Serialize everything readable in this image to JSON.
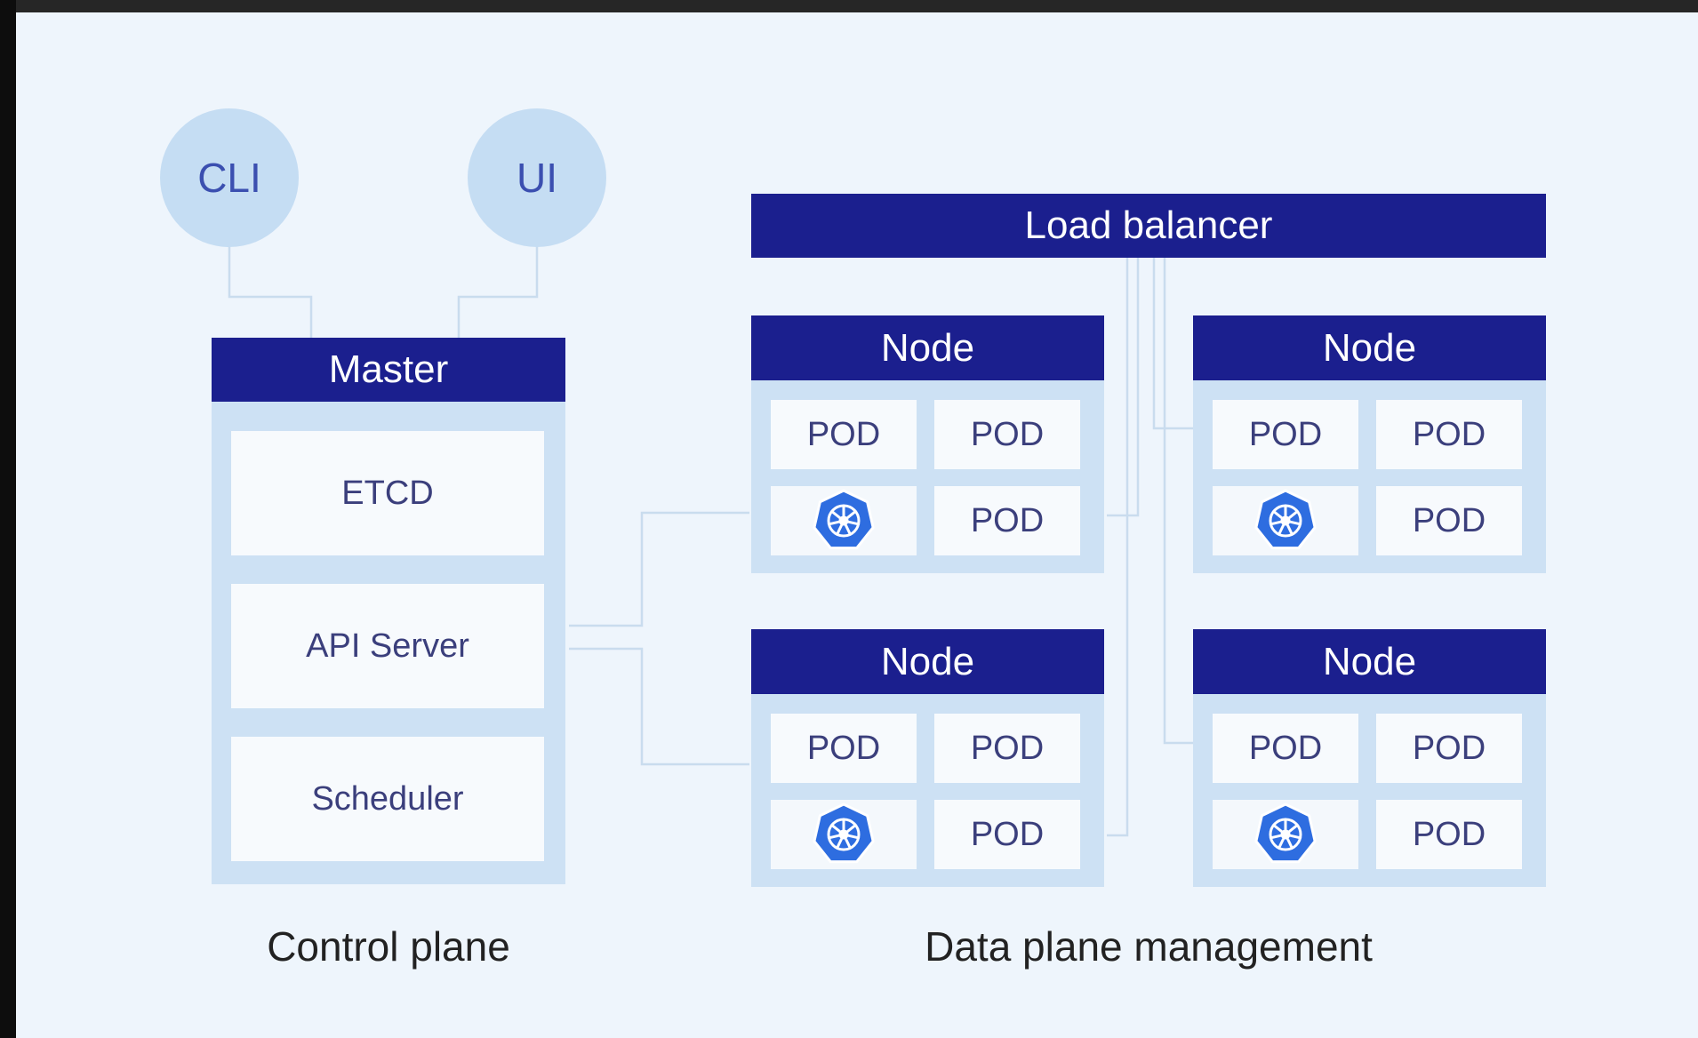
{
  "clients": {
    "cli": "CLI",
    "ui": "UI"
  },
  "control_plane": {
    "title": "Master",
    "components": [
      "ETCD",
      "API Server",
      "Scheduler"
    ],
    "caption": "Control plane"
  },
  "data_plane": {
    "load_balancer": "Load balancer",
    "caption": "Data plane management",
    "nodes": [
      {
        "title": "Node",
        "pods": [
          "POD",
          "POD",
          "POD"
        ],
        "icon": "kubernetes-wheel-icon"
      },
      {
        "title": "Node",
        "pods": [
          "POD",
          "POD",
          "POD"
        ],
        "icon": "kubernetes-wheel-icon"
      },
      {
        "title": "Node",
        "pods": [
          "POD",
          "POD",
          "POD"
        ],
        "icon": "kubernetes-wheel-icon"
      },
      {
        "title": "Node",
        "pods": [
          "POD",
          "POD",
          "POD"
        ],
        "icon": "kubernetes-wheel-icon"
      }
    ]
  },
  "colors": {
    "header_navy": "#1b1f8e",
    "panel_blue": "#cde1f4",
    "client_circle": "#c5ddf3",
    "kubernetes_blue": "#2e6de0",
    "background": "#eef5fc"
  }
}
